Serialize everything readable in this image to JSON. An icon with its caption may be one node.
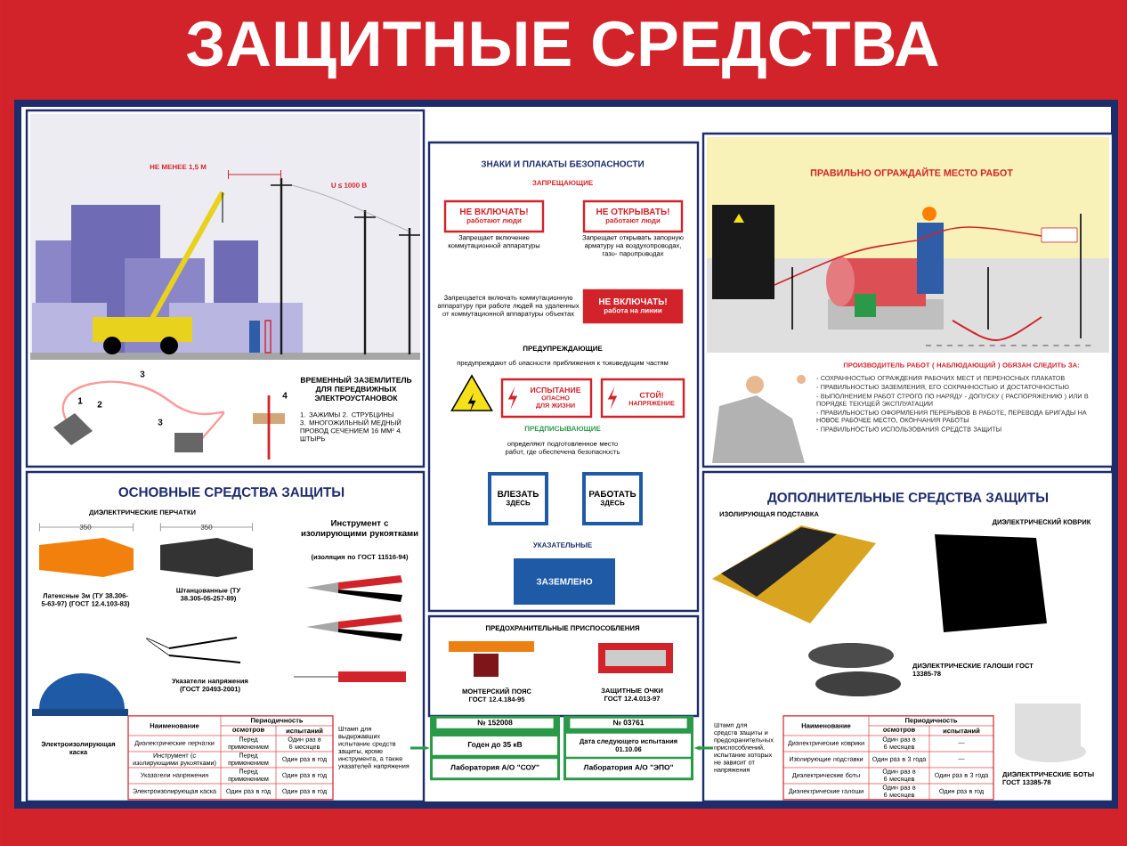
{
  "diagram": {
    "title": "ЗАЩИТНЫЕ СРЕДСТВА",
    "nodes": [
      {
        "text": [
          "ВРЕМЕННЫЙ ЗАЗЕМЛИТЕЛЬ ДЛЯ ПЕРЕДВИЖНЫХ ЭЛЕКТРОУСТАНОВОК",
          "1. ЗАЖИМЫ 2. СТРУБЦИНЫ 3. МНОГОЖИЛЬНЫЙ МЕДНЫЙ ПРОВОД СЕЧЕНИЕМ 16 ММ² 4. ШТЫРЬ"
        ]
      },
      {
        "text": [
          "ЗНАКИ И ПЛАКАТЫ БЕЗОПАСНОСТИ",
          "ЗАПРЕЩАЮЩИЕ",
          "ПРЕДУПРЕЖДАЮЩИЕ",
          "предупреждают об опасности приближения к токоведущим частям",
          "ПРЕДПИСЫВАЮЩИЕ",
          "определяют подготовленное место работ, где обеспечена безопасность",
          "УКАЗАТЕЛЬНЫЕ"
        ]
      },
      {
        "text": [
          "НЕ ВКЛЮЧАТЬ!",
          "работают люди"
        ],
        "in": 1,
        "beside": [
          "Запрещает включение коммутационной аппаратуры"
        ]
      },
      {
        "text": [
          "НЕ ОТКРЫВАТЬ!",
          "работают люди"
        ],
        "in": 1,
        "beside": [
          "Запрещает открывать запорную арматуру на воздухопроводах, газо- паропроводах"
        ]
      },
      {
        "text": [
          "НЕ ВКЛЮЧАТЬ!",
          "работа на линии"
        ],
        "in": 1,
        "beside": [
          "Запрещается включать коммутационную аппаратуру при работе людей на удаленных от коммутационной аппаратуры объектах"
        ]
      },
      {
        "text": [],
        "shape": "triangle",
        "in": 1
      },
      {
        "text": [
          "ИСПЫТАНИЕ",
          "ОПАСНО ДЛЯ ЖИЗНИ"
        ],
        "in": 1
      },
      {
        "text": [
          "СТОЙ!",
          "НАПРЯЖЕНИЕ"
        ],
        "in": 1
      },
      {
        "text": [
          "ВЛЕЗАТЬ",
          "ЗДЕСЬ"
        ],
        "in": 1
      },
      {
        "text": [
          "РАБОТАТЬ",
          "ЗДЕСЬ"
        ],
        "in": 1
      },
      {
        "text": [
          "ЗАЗЕМЛЕНО"
        ],
        "in": 1
      },
      {
        "text": [
          "ПРАВИЛЬНО ОГРАЖДАЙТЕ МЕСТО РАБОТ",
          "ПРОИЗВОДИТЕЛЬ РАБОТ ( НАБЛЮДАЮЩИЙ ) ОБЯЗАН СЛЕДИТЬ ЗА:",
          "- СОХРАННОСТЬЮ ОГРАЖДЕНИЯ РАБОЧИХ МЕСТ И ПЕРЕНОСНЫХ ПЛАКАТОВ",
          "- ПРАВИЛЬНОСТЬЮ ЗАЗЕМЛЕНИЯ, ЕГО СОХРАННОСТЬЮ И ДОСТАТОЧНОСТЬЮ",
          "- ВЫПОЛНЕНИЕМ РАБОТ СТРОГО ПО НАРЯДУ - ДОПУСКУ ( РАСПОРЯЖЕНИЮ ) ИЛИ В ПОРЯДКЕ ТЕКУЩЕЙ ЭКСПЛУАТАЦИИ",
          "- ПРАВИЛЬНОСТЬЮ ОФОРМЛЕНИЯ ПЕРЕРЫВОВ В РАБОТЕ, ПЕРЕВОДА БРИГАДЫ НА НОВОЕ РАБОЧЕЕ МЕСТО, ОКОНЧАНИЯ РАБОТЫ",
          "- ПРАВИЛЬНОСТЬЮ ИСПОЛЬЗОВАНИЯ СРЕДСТВ ЗАЩИТЫ"
        ]
      },
      {
        "text": [
          "ОСНОВНЫЕ СРЕДСТВА ЗАЩИТЫ",
          "ДИЭЛЕКТРИЧЕСКИЕ ПЕРЧАТКИ",
          "350",
          "350",
          "Латексные 3м (ТУ 38.306-5-63-97) (ГОСТ 12.4.103-83)",
          "Штанцованные (ТУ 38.305-05-257-89)",
          "Инструмент с изолирующими рукоятками",
          "(изоляция по ГОСТ 11516-94)",
          "Указатели напряжения (ГОСТ 20493-2001)",
          "Электроизолирующая каска"
        ]
      },
      {
        "text": [
          "Штамп для выдержавших испытание средств защиты, кроме инструмента, а также указателей напряжения"
        ],
        "in": 12
      },
      {
        "text": [
          "ПРЕДОХРАНИТЕЛЬНЫЕ ПРИСПОСОБЛЕНИЯ",
          "МОНТЕРСКИЙ ПОЯС ГОСТ 12.4.184-95",
          "ЗАЩИТНЫЕ ОЧКИ ГОСТ 12.4.013-97"
        ]
      },
      {
        "text": [
          "№ 152008",
          "Годен до 35 кВ",
          "Лаборатория А/О \"СОУ\""
        ]
      },
      {
        "text": [
          "№ 03761",
          "Дата следующего испытания 01.10.06",
          "Лаборатория А/О \"ЭПО\""
        ]
      },
      {
        "text": [
          "ДОПОЛНИТЕЛЬНЫЕ СРЕДСТВА ЗАЩИТЫ",
          "ИЗОЛИРУЮЩАЯ ПОДСТАВКА",
          "ДИЭЛЕКТРИЧЕСКИЙ КОВРИК",
          "ДИЭЛЕКТРИЧЕСКИЕ ГАЛОШИ ГОСТ 13385-78",
          "ДИЭЛЕКТРИЧЕСКИЕ БОТЫ ГОСТ 13385-78"
        ]
      },
      {
        "text": [
          "Штамп для средств защиты и предохранительных приспособлений, испытание которых не зависит от напряжения"
        ],
        "in": 17
      }
    ],
    "edges": [
      {
        "from": 13,
        "to": 15,
        "arrow": "to"
      },
      {
        "from": 18,
        "to": 16,
        "arrow": "to"
      }
    ],
    "labels": [
      "НЕ МЕНЕЕ 1,5 М",
      "U ≤ 1000 В",
      "1",
      "2",
      "3",
      "3",
      "4",
      "Наименование",
      "Периодичность",
      "осмотров",
      "испытаний",
      "Диэлектрические перчатки",
      "Перед применением",
      "Один раз в 6 месяцев",
      "Инструмент (с изолирующими рукоятками)",
      "Перед применением",
      "Один раз в год",
      "Указатели напряжения",
      "Перед применением",
      "Один раз в год",
      "Электроизолирующая каска",
      "Один раз в год",
      "Один раз в год",
      "Наименование",
      "Периодичность",
      "осмотров",
      "испытаний",
      "Диэлектрические коврики",
      "Один раз в 6 месяцев",
      "—",
      "Изолирующие подставки",
      "Один раз в 3 года",
      "—",
      "Диэлектрические боты",
      "Один раз в 6 месяцев",
      "Один раз в 3 года",
      "Диэлектрические галоши",
      "Один раз в 6 месяцев",
      "Один раз в год"
    ]
  }
}
